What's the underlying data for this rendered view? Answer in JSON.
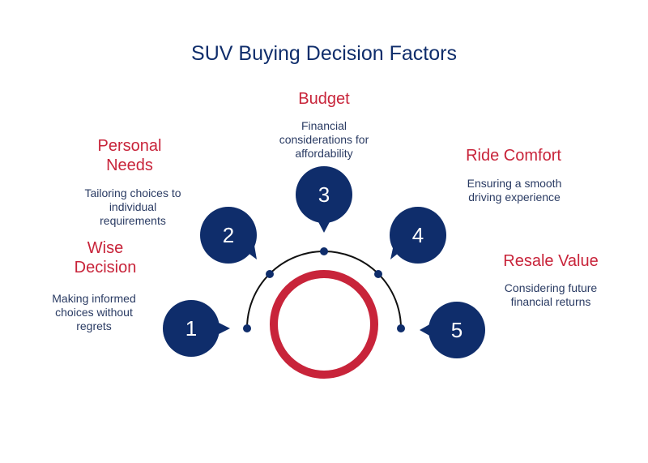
{
  "title": "SUV Buying Decision Factors",
  "colors": {
    "navy": "#0f2d6b",
    "red": "#c8243a",
    "text": "#2a3b63"
  },
  "factors": [
    {
      "number": "1",
      "title": "Wise Decision",
      "desc": "Making informed choices without regrets"
    },
    {
      "number": "2",
      "title": "Personal Needs",
      "desc": "Tailoring choices to individual requirements"
    },
    {
      "number": "3",
      "title": "Budget",
      "desc": "Financial considerations for affordability"
    },
    {
      "number": "4",
      "title": "Ride Comfort",
      "desc": "Ensuring a smooth driving experience"
    },
    {
      "number": "5",
      "title": "Resale Value",
      "desc": "Considering future financial returns"
    }
  ]
}
